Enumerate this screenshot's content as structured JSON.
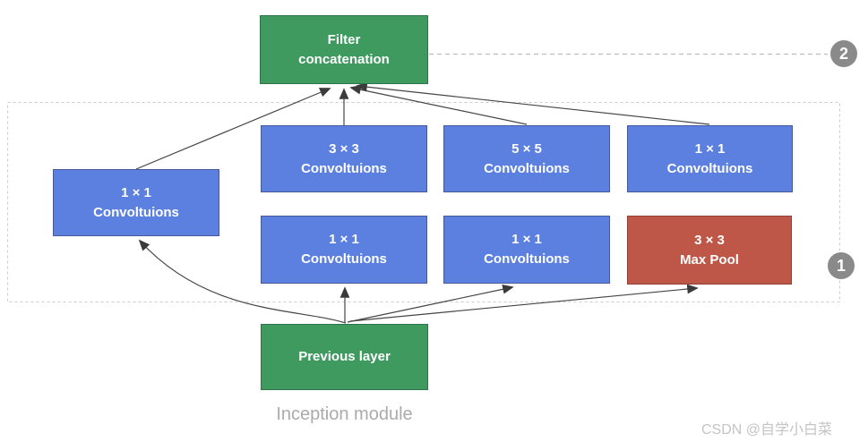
{
  "nodes": {
    "filter_concat": {
      "line1": "Filter",
      "line2": "concatenation"
    },
    "conv_3x3": {
      "line1": "3 × 3",
      "line2": "Convoltuions"
    },
    "conv_5x5": {
      "line1": "5 × 5",
      "line2": "Convoltuions"
    },
    "conv_1x1_right": {
      "line1": "1 × 1",
      "line2": "Convoltuions"
    },
    "conv_1x1_left": {
      "line1": "1 × 1",
      "line2": "Convoltuions"
    },
    "conv_1x1_mid_a": {
      "line1": "1 × 1",
      "line2": "Convoltuions"
    },
    "conv_1x1_mid_b": {
      "line1": "1 × 1",
      "line2": "Convoltuions"
    },
    "max_pool": {
      "line1": "3 × 3",
      "line2": "Max Pool"
    },
    "previous_layer": {
      "label": "Previous layer"
    }
  },
  "badges": {
    "one": "1",
    "two": "2"
  },
  "caption": "Inception module",
  "watermark": "CSDN @自学小白菜",
  "edges": [
    {
      "from": "previous_layer",
      "to": "conv_1x1_left"
    },
    {
      "from": "previous_layer",
      "to": "conv_1x1_mid_a"
    },
    {
      "from": "previous_layer",
      "to": "conv_1x1_mid_b"
    },
    {
      "from": "previous_layer",
      "to": "max_pool"
    },
    {
      "from": "conv_1x1_mid_a",
      "to": "conv_3x3"
    },
    {
      "from": "conv_1x1_mid_b",
      "to": "conv_5x5"
    },
    {
      "from": "max_pool",
      "to": "conv_1x1_right"
    },
    {
      "from": "conv_1x1_left",
      "to": "filter_concat"
    },
    {
      "from": "conv_3x3",
      "to": "filter_concat"
    },
    {
      "from": "conv_5x5",
      "to": "filter_concat"
    },
    {
      "from": "conv_1x1_right",
      "to": "filter_concat"
    }
  ],
  "colors": {
    "conv_blue": "#5b80df",
    "pool_red": "#bf5748",
    "layer_green": "#3f9a60",
    "badge_gray": "#8a8a8a",
    "arrow": "#454545",
    "dashed_gray": "#c9c9c9",
    "caption_gray": "#ababab",
    "watermark_gray": "#c4c4c4"
  }
}
